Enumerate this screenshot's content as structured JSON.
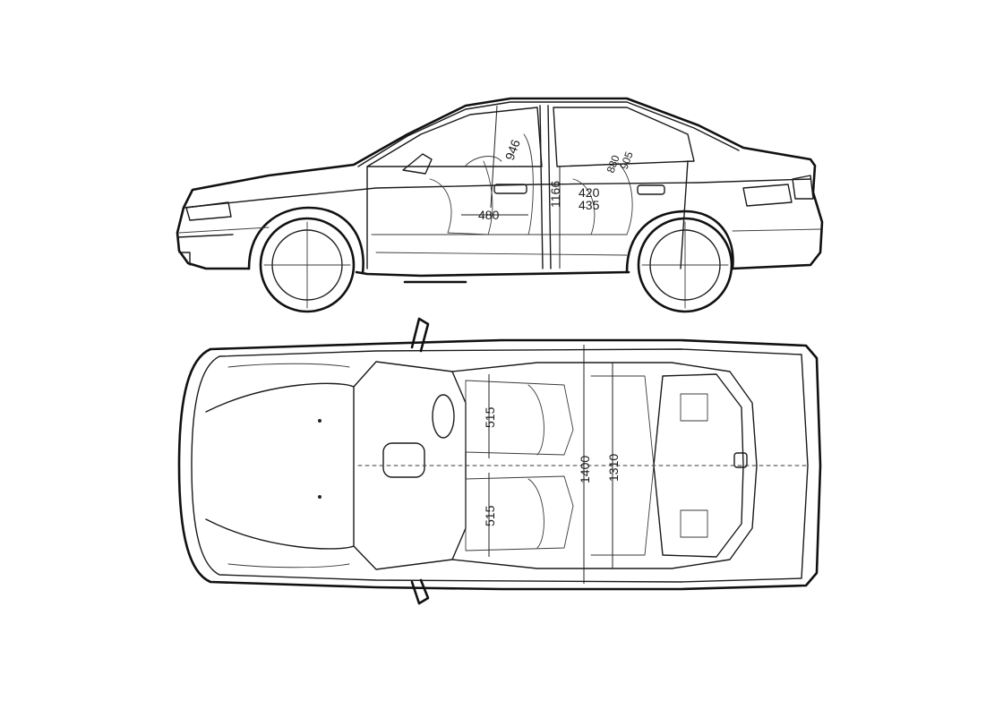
{
  "side_view": {
    "dim_946": "946",
    "dim_480": "480",
    "dim_1166": "1166",
    "dim_880": "880",
    "dim_905": "905",
    "dim_420": "420",
    "dim_435": "435"
  },
  "top_view": {
    "dim_515_front": "515",
    "dim_515_rear": "515",
    "dim_1400": "1400",
    "dim_1310": "1310"
  }
}
